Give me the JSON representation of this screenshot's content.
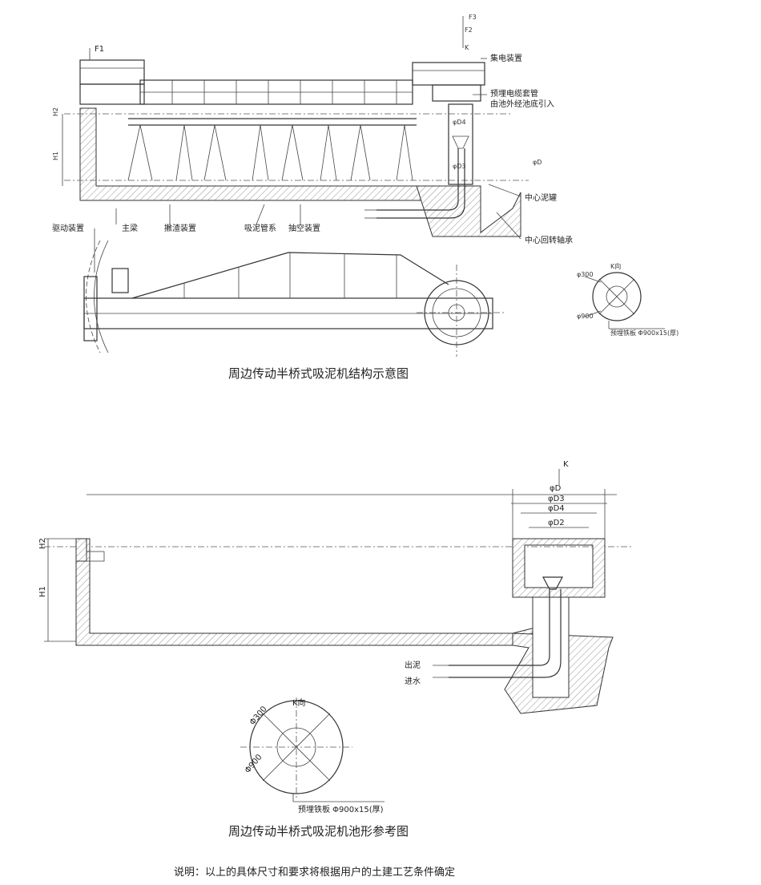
{
  "top_drawing": {
    "labels": {
      "f1": "F1",
      "f2": "F2",
      "f3": "F3",
      "k": "K",
      "h1": "H1",
      "h2": "H2",
      "collector": "集电装置",
      "cable_pipe": "预埋电缆套管",
      "cable_route": "由池外经池底引入",
      "d4": "φD4",
      "d": "φD",
      "d3": "φD3",
      "center_tank": "中心泥罐",
      "center_bearing": "中心回转轴承",
      "drive": "驱动装置",
      "main_beam": "主梁",
      "scum": "撇渣装置",
      "suction_pipes": "吸泥管系",
      "vacuum": "抽空装置"
    },
    "detail": {
      "k_view": "K向",
      "d300": "φ300",
      "d900": "φ900",
      "plate": "预埋铁板 Φ900x15(厚)"
    },
    "caption": "周边传动半桥式吸泥机结构示意图"
  },
  "bottom_drawing": {
    "labels": {
      "k": "K",
      "d": "φD",
      "d3": "φD3",
      "d4": "φD4",
      "d2": "φD2",
      "h1": "H1",
      "h2": "H2",
      "sludge_out": "出泥",
      "water_in": "进水"
    },
    "detail": {
      "k_view": "K向",
      "d300": "Φ300",
      "d900": "Φ900",
      "plate": "预埋铁板 Φ900x15(厚)"
    },
    "caption": "周边传动半桥式吸泥机池形参考图"
  },
  "note": "说明：以上的具体尺寸和要求将根据用户的土建工艺条件确定"
}
